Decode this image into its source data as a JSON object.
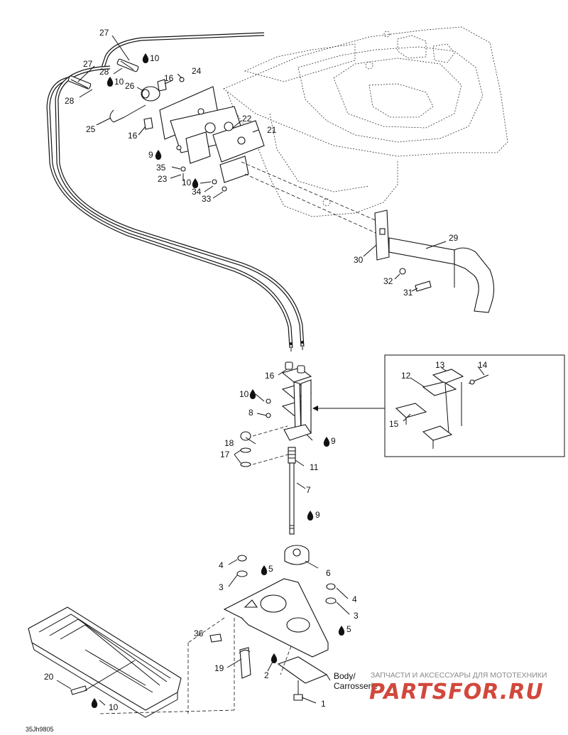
{
  "callouts": [
    {
      "id": "c27a",
      "text": "27"
    },
    {
      "id": "c10a",
      "text": "10"
    },
    {
      "id": "c27b",
      "text": "27"
    },
    {
      "id": "c28a",
      "text": "28"
    },
    {
      "id": "c10b",
      "text": "10"
    },
    {
      "id": "c16a",
      "text": "16"
    },
    {
      "id": "c24",
      "text": "24"
    },
    {
      "id": "c26",
      "text": "26"
    },
    {
      "id": "c28b",
      "text": "28"
    },
    {
      "id": "c25",
      "text": "25"
    },
    {
      "id": "c16b",
      "text": "16"
    },
    {
      "id": "c22",
      "text": "22"
    },
    {
      "id": "c21",
      "text": "21"
    },
    {
      "id": "c9a",
      "text": "9"
    },
    {
      "id": "c35",
      "text": "35"
    },
    {
      "id": "c23",
      "text": "23"
    },
    {
      "id": "c10c",
      "text": "10"
    },
    {
      "id": "c34",
      "text": "34"
    },
    {
      "id": "c33",
      "text": "33"
    },
    {
      "id": "c29",
      "text": "29"
    },
    {
      "id": "c30",
      "text": "30"
    },
    {
      "id": "c32",
      "text": "32"
    },
    {
      "id": "c31",
      "text": "31"
    },
    {
      "id": "c16c",
      "text": "16"
    },
    {
      "id": "c10d",
      "text": "10"
    },
    {
      "id": "c8",
      "text": "8"
    },
    {
      "id": "c9b",
      "text": "9"
    },
    {
      "id": "c18",
      "text": "18"
    },
    {
      "id": "c17",
      "text": "17"
    },
    {
      "id": "c11",
      "text": "11"
    },
    {
      "id": "c7",
      "text": "7"
    },
    {
      "id": "c9c",
      "text": "9"
    },
    {
      "id": "c13",
      "text": "13"
    },
    {
      "id": "c14",
      "text": "14"
    },
    {
      "id": "c12",
      "text": "12"
    },
    {
      "id": "c15",
      "text": "15"
    },
    {
      "id": "c6",
      "text": "6"
    },
    {
      "id": "c4a",
      "text": "4"
    },
    {
      "id": "c5a",
      "text": "5"
    },
    {
      "id": "c3a",
      "text": "3"
    },
    {
      "id": "c4b",
      "text": "4"
    },
    {
      "id": "c3b",
      "text": "3"
    },
    {
      "id": "c5b",
      "text": "5"
    },
    {
      "id": "c36",
      "text": "36"
    },
    {
      "id": "c19",
      "text": "19"
    },
    {
      "id": "c2",
      "text": "2"
    },
    {
      "id": "c20",
      "text": "20"
    },
    {
      "id": "c10e",
      "text": "10"
    },
    {
      "id": "c1",
      "text": "1"
    }
  ],
  "labels": {
    "body_en": "Body/",
    "body_fr": "Carrosserie",
    "figure_code": "35Jh9805"
  },
  "watermark": {
    "tagline": "ЗАПЧАСТИ И АКСЕССУАРЫ ДЛЯ МОТОТЕХНИКИ",
    "brand": "PARTSFOR.RU"
  },
  "icons": [
    "loctite-drop-icon"
  ]
}
